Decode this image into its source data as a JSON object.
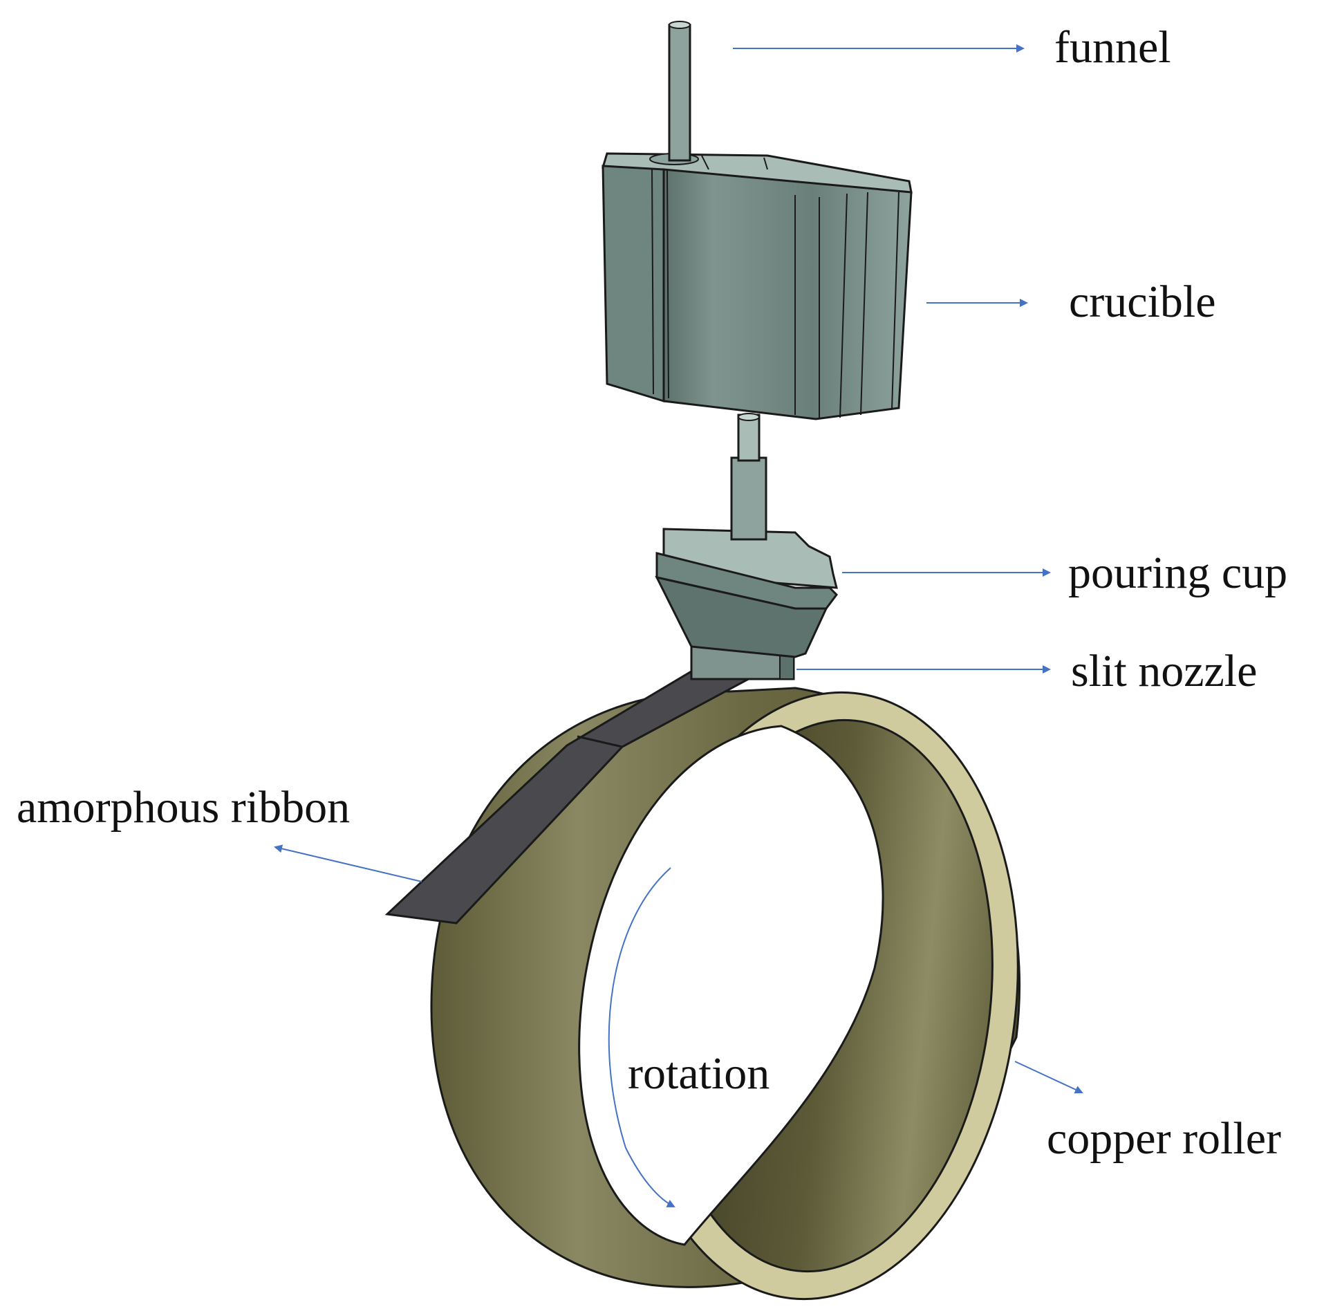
{
  "diagram": {
    "labels": {
      "funnel": "funnel",
      "crucible": "crucible",
      "pouring_cup": "pouring cup",
      "slit_nozzle": "slit nozzle",
      "amorphous_ribbon": "amorphous ribbon",
      "rotation": "rotation",
      "copper_roller": "copper roller"
    },
    "colors": {
      "arrow": "#4472c4",
      "equipment_body": "#6f8580",
      "equipment_light": "#a9bcb6",
      "equipment_dark": "#4e5f5c",
      "roller_outer": "#7c7a52",
      "roller_inner_light": "#cfcb9e",
      "roller_inner_dark": "#5a5836",
      "ribbon": "#4a4a4e",
      "outline": "#1a1a1a"
    }
  }
}
